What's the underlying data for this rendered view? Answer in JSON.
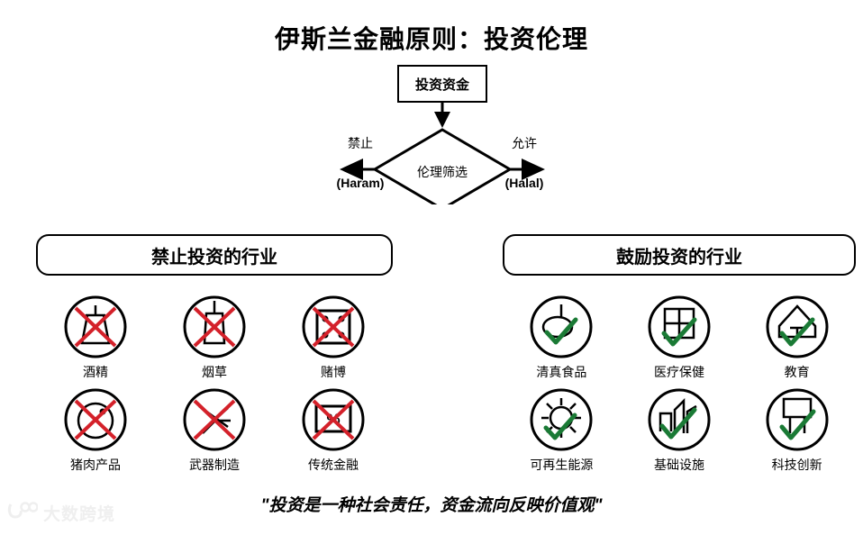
{
  "title": "伊斯兰金融原则：投资伦理",
  "flow": {
    "fund_box": "投资资金",
    "decision": "伦理筛选",
    "left_top": "禁止",
    "left_bottom": "(Haram)",
    "right_top": "允许",
    "right_bottom": "(Halal)"
  },
  "panels": {
    "forbidden": {
      "heading": "禁止投资的行业",
      "mark": "red-cross-icon",
      "items": [
        {
          "label": "酒精",
          "icon": "alcohol-glass-icon"
        },
        {
          "label": "烟草",
          "icon": "cigarette-icon"
        },
        {
          "label": "赌博",
          "icon": "dice-icon"
        },
        {
          "label": "猪肉产品",
          "icon": "pig-icon"
        },
        {
          "label": "武器制造",
          "icon": "weapons-icon"
        },
        {
          "label": "传统金融",
          "icon": "interest-percent-icon"
        }
      ]
    },
    "encouraged": {
      "heading": "鼓励投资的行业",
      "mark": "green-check-icon",
      "items": [
        {
          "label": "清真食品",
          "icon": "halal-food-icon"
        },
        {
          "label": "医疗保健",
          "icon": "healthcare-cross-icon"
        },
        {
          "label": "教育",
          "icon": "school-house-icon"
        },
        {
          "label": "可再生能源",
          "icon": "sun-energy-icon"
        },
        {
          "label": "基础设施",
          "icon": "buildings-icon"
        },
        {
          "label": "科技创新",
          "icon": "monitor-tech-icon"
        }
      ]
    }
  },
  "quote": "\"投资是一种社会责任，资金流向反映价值观\"",
  "watermark": {
    "text": "大数跨境",
    "logo": "brand-logo-icon"
  },
  "colors": {
    "forbidden_red": "#d4212a",
    "encouraged_green": "#1a7a35",
    "stroke": "#000000",
    "background": "#ffffff",
    "watermark": "#efefef"
  }
}
